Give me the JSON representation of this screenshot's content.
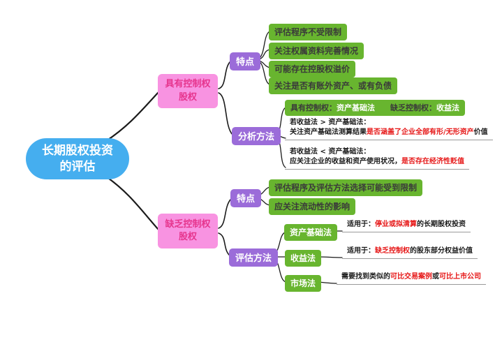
{
  "root": {
    "label_line1": "长期股权投资",
    "label_line2": "的评估"
  },
  "branches": {
    "controlling": {
      "label_line1": "具有控制权",
      "label_line2": "股权"
    },
    "non_controlling": {
      "label_line1": "缺乏控制权",
      "label_line2": "股权"
    }
  },
  "controlling": {
    "features": {
      "label": "特点",
      "items": [
        "评估程序不受限制",
        "关注权属资料完善情况",
        "可能存在控股权溢价",
        "关注是否有账外资产、或有负债"
      ]
    },
    "analysis": {
      "label": "分析方法",
      "summary": {
        "k1": "具有控制权：",
        "v1": "资产基础法",
        "k2": "缺乏控制权：",
        "v2": "收益法"
      },
      "note1": {
        "line1": "若收益法 > 资产基础法：",
        "line2_black": "关注资产基础法测算结果",
        "line2_red": "是否涵盖了企业全部有形/无形资产",
        "line2_tail": "价值"
      },
      "note2": {
        "line1": "若收益法 < 资产基础法：",
        "line2_black": "应关注企业的收益和资产使用状况，",
        "line2_red": "是否存在经济性贬值"
      }
    }
  },
  "non_controlling": {
    "features": {
      "label": "特点",
      "items": [
        "评估程序及评估方法选择可能受到限制",
        "应关注流动性的影响"
      ]
    },
    "methods": {
      "label": "评估方法",
      "asset": {
        "label": "资产基础法",
        "note_prefix": "适用于：",
        "note_red": "停业或拟清算",
        "note_suffix": "的长期股权投资"
      },
      "income": {
        "label": "收益法",
        "note_prefix": "适用于：",
        "note_red": "缺乏控制权",
        "note_suffix": "的股东部分权益价值"
      },
      "market": {
        "label": "市场法",
        "note_prefix": "需要找到类似的",
        "note_red1": "可比交易案例",
        "note_mid": "或",
        "note_red2": "可比上市公司"
      }
    }
  },
  "colors": {
    "root_blue": "#45aeef",
    "branch_pink_bg": "#f893e1",
    "branch_pink_text": "#e6368e",
    "purple": "#9b6cd9",
    "green": "#68b52f",
    "leaf_text": "#3a3a3a",
    "red": "#e61717",
    "line": "#1b1b1b",
    "underline": "#9a9a9a"
  }
}
